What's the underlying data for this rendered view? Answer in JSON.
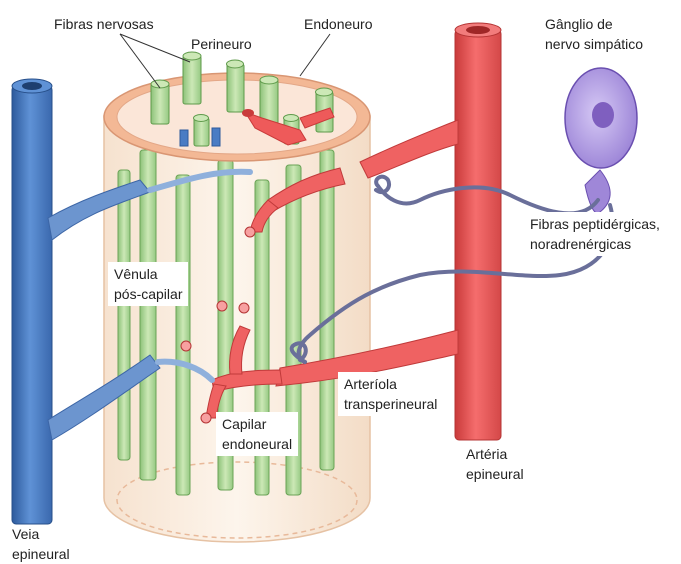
{
  "labels": {
    "fibras_nervosas": "Fibras nervosas",
    "endoneuro": "Endoneuro",
    "perineuro": "Perineuro",
    "ganglio": "Gânglio de\nnervo simpático",
    "fibras_peptidergicas": "Fibras peptidérgicas,\nnoradrenérgicas",
    "venula": "Vênula\npós-capilar",
    "arteriola": "Arteríola\ntransperineural",
    "capilar": "Capilar\nendoneural",
    "arteria": "Artéria\nepineural",
    "veia": "Veia\nepineural"
  },
  "colors": {
    "artery": "#ee5a5a",
    "artery_dark": "#c93a3a",
    "vein": "#4a7cc4",
    "vein_dark": "#2d5a9c",
    "nerve_fiber": "#b8dca0",
    "nerve_fiber_dark": "#6aa356",
    "perineurium": "#f3b895",
    "endoneurium": "#fbe6d8",
    "epineurium": "#fdf4ec",
    "ganglion": "#b9a6e6",
    "ganglion_nucleus": "#7f5fbf",
    "fiber_nerve": "#6a6f9a"
  }
}
